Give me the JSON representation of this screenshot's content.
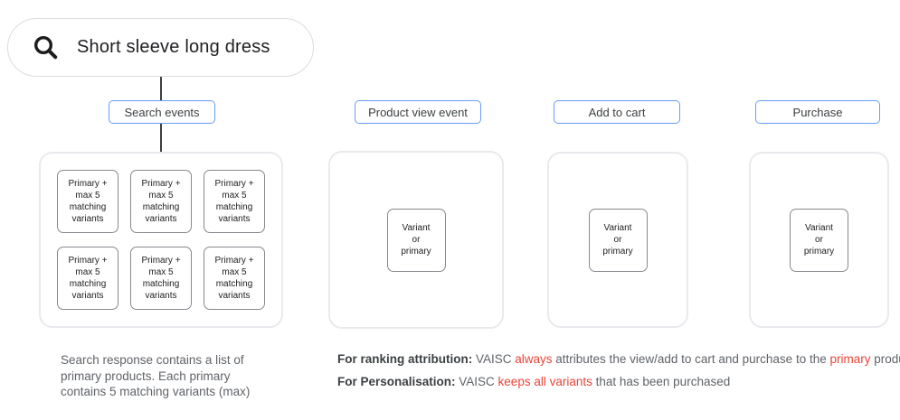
{
  "search": {
    "query": "Short sleeve long dress"
  },
  "columns": [
    {
      "label": "Search events",
      "boxes": [
        "Primary +\nmax 5\nmatching\nvariants",
        "Primary +\nmax 5\nmatching\nvariants",
        "Primary +\nmax 5\nmatching\nvariants",
        "Primary +\nmax 5\nmatching\nvariants",
        "Primary +\nmax 5\nmatching\nvariants",
        "Primary +\nmax 5\nmatching\nvariants"
      ]
    },
    {
      "label": "Product view event",
      "boxes": [
        "Variant\nor\nprimary"
      ]
    },
    {
      "label": "Add to cart",
      "boxes": [
        "Variant\nor\nprimary"
      ]
    },
    {
      "label": "Purchase",
      "boxes": [
        "Variant\nor\nprimary"
      ]
    }
  ],
  "notes": {
    "search_note": "Search response contains a list of\nprimary products. Each primary\ncontains 5 matching variants (max)",
    "ranking": {
      "label": "For ranking attribution:",
      "seg1": " VAISC ",
      "red1": "always",
      "seg2": " attributes the view/add to cart and purchase to the ",
      "red2": "primary",
      "seg3": " product."
    },
    "personalisation": {
      "label": "For Personalisation:",
      "seg1": " VAISC ",
      "red1": "keeps all variants",
      "seg2": " that has been purchased"
    }
  },
  "icons": {
    "search": "magnifying-glass"
  },
  "colors": {
    "chip_border_blue": "#669df6",
    "panel_border_gray": "#e8eaed",
    "highlight_red": "#ea4335",
    "text_dark": "#202124",
    "text_gray": "#5f6368"
  }
}
